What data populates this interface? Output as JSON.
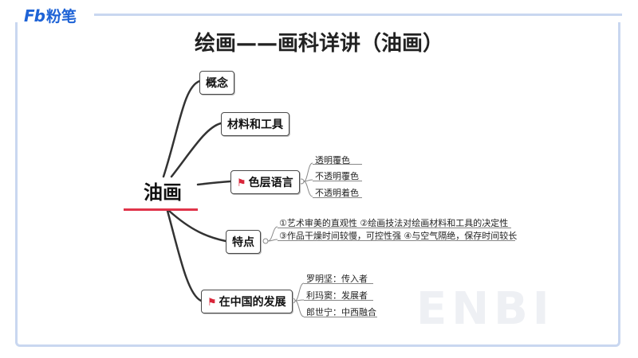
{
  "logo": {
    "mark": "Fb",
    "text": "粉笔"
  },
  "title": "绘画——画科详讲（油画）",
  "center": "油画",
  "nodes": {
    "concept": "概念",
    "materials": "材料和工具",
    "color_layers": "色层语言",
    "features": "特点",
    "china": "在中国的发展"
  },
  "color_layer_items": [
    "透明覆色",
    "不透明覆色",
    "不透明着色"
  ],
  "feature_items": [
    "①艺术审美的直观性 ②绘画技法对绘画材料和工具的决定性",
    "③作品干燥时间较慢，可控性强 ④与空气隔绝，保存时间较长"
  ],
  "china_items": [
    "罗明坚：传入者",
    "利玛窦：发展者",
    "郎世宁：中西融合"
  ],
  "watermark": "ENBI",
  "colors": {
    "accent": "#e0344a",
    "brand": "#1e63d6",
    "frame": "#c9d7f0"
  },
  "icons": {
    "flag": "flag-icon"
  }
}
